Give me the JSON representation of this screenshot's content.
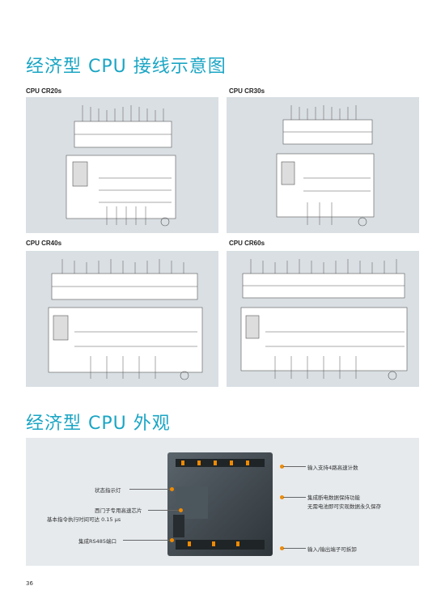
{
  "headings": {
    "wiring": "经济型 CPU 接线示意图",
    "appearance": "经济型 CPU 外观"
  },
  "diagrams": [
    {
      "caption": "CPU CR20s"
    },
    {
      "caption": "CPU CR30s"
    },
    {
      "caption": "CPU CR40s"
    },
    {
      "caption": "CPU CR60s"
    }
  ],
  "appearance_callouts": {
    "status": "状态指示灯",
    "chip_line1": "西门子专用高速芯片",
    "chip_line2": "基本指令执行时间可达 0.15 μs",
    "rs485": "集成RS485端口",
    "hsc": "输入支持4路高速计数",
    "retain_line1": "集成断电数据保持功能",
    "retain_line2": "无需电池即可实现数据永久保存",
    "terminal": "输入/输出端子可拆卸"
  },
  "page_number": "36",
  "colors": {
    "heading": "#1aa5c4",
    "panel_bg": "#d9dfe3",
    "callout_dot": "#f08a00"
  }
}
